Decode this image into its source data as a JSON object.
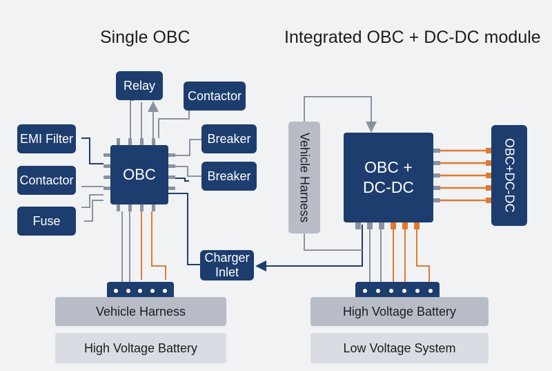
{
  "left": {
    "title": "Single OBC",
    "relay": "Relay",
    "contactor_top": "Contactor",
    "emi_filter": "EMI Filter",
    "contactor_left": "Contactor",
    "fuse": "Fuse",
    "breaker_1": "Breaker",
    "breaker_2": "Breaker",
    "obc": "OBC",
    "charger_inlet_line1": "Charger",
    "charger_inlet_line2": "Inlet",
    "vehicle_harness": "Vehicle Harness",
    "hv_battery": "High Voltage Battery"
  },
  "right": {
    "title": "Integrated OBC + DC-DC module",
    "vehicle_harness_vertical": "Vehicle Harness",
    "module_line1": "OBC +",
    "module_line2": "DC-DC",
    "output_block": "OBC+DC-DC",
    "hv_battery": "High Voltage Battery",
    "lv_system": "Low Voltage System"
  },
  "colors": {
    "navy": "#1d3d6e",
    "wire_gray": "#8a92a0",
    "wire_orange": "#e07a2e",
    "harness_gray": "#b7bcc7",
    "light_gray": "#d9dce2"
  }
}
